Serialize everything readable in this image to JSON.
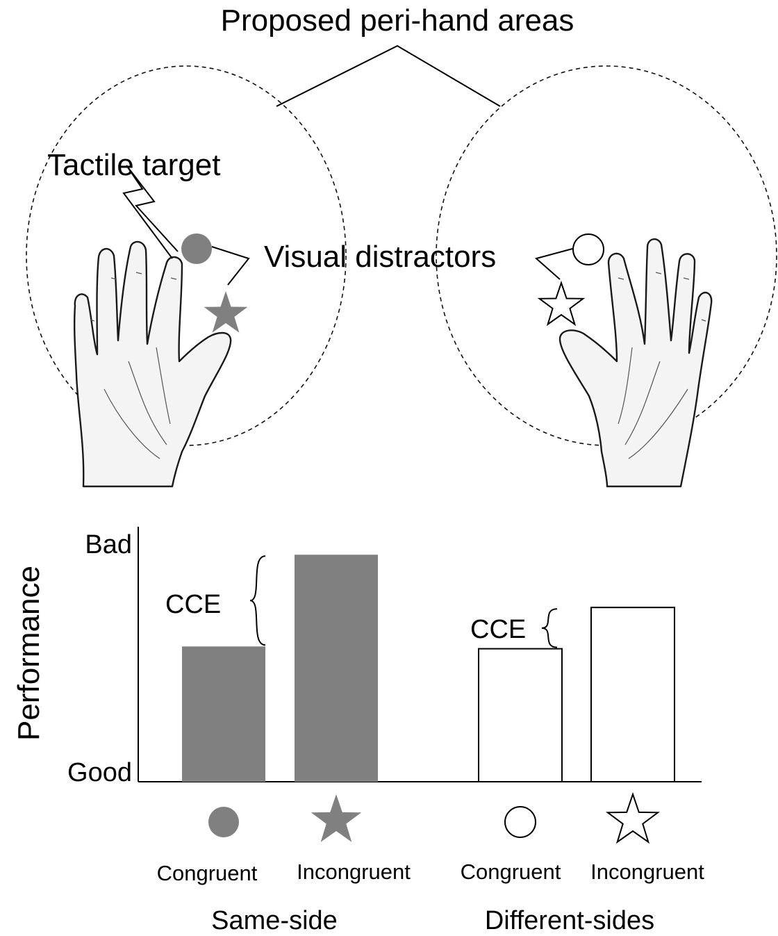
{
  "top": {
    "title": "Proposed peri-hand areas",
    "tactile_label": "Tactile target",
    "visual_label": "Visual distractors"
  },
  "chart_data": {
    "type": "bar",
    "ylabel": "Performance",
    "ytick_top": "Bad",
    "ytick_bottom": "Good",
    "ylim": [
      0,
      1
    ],
    "groups": [
      {
        "name": "Same-side",
        "fill": "#808080",
        "cce_label": "CCE",
        "bars": [
          {
            "label": "Congruent",
            "value": 0.59,
            "marker": "filled-circle"
          },
          {
            "label": "Incongruent",
            "value": 0.99,
            "marker": "filled-star"
          }
        ]
      },
      {
        "name": "Different-sides",
        "fill": "#ffffff",
        "cce_label": "CCE",
        "bars": [
          {
            "label": "Congruent",
            "value": 0.58,
            "marker": "open-circle"
          },
          {
            "label": "Incongruent",
            "value": 0.76,
            "marker": "open-star"
          }
        ]
      }
    ]
  },
  "colors": {
    "filled": "#808080",
    "outline": "#000000"
  }
}
